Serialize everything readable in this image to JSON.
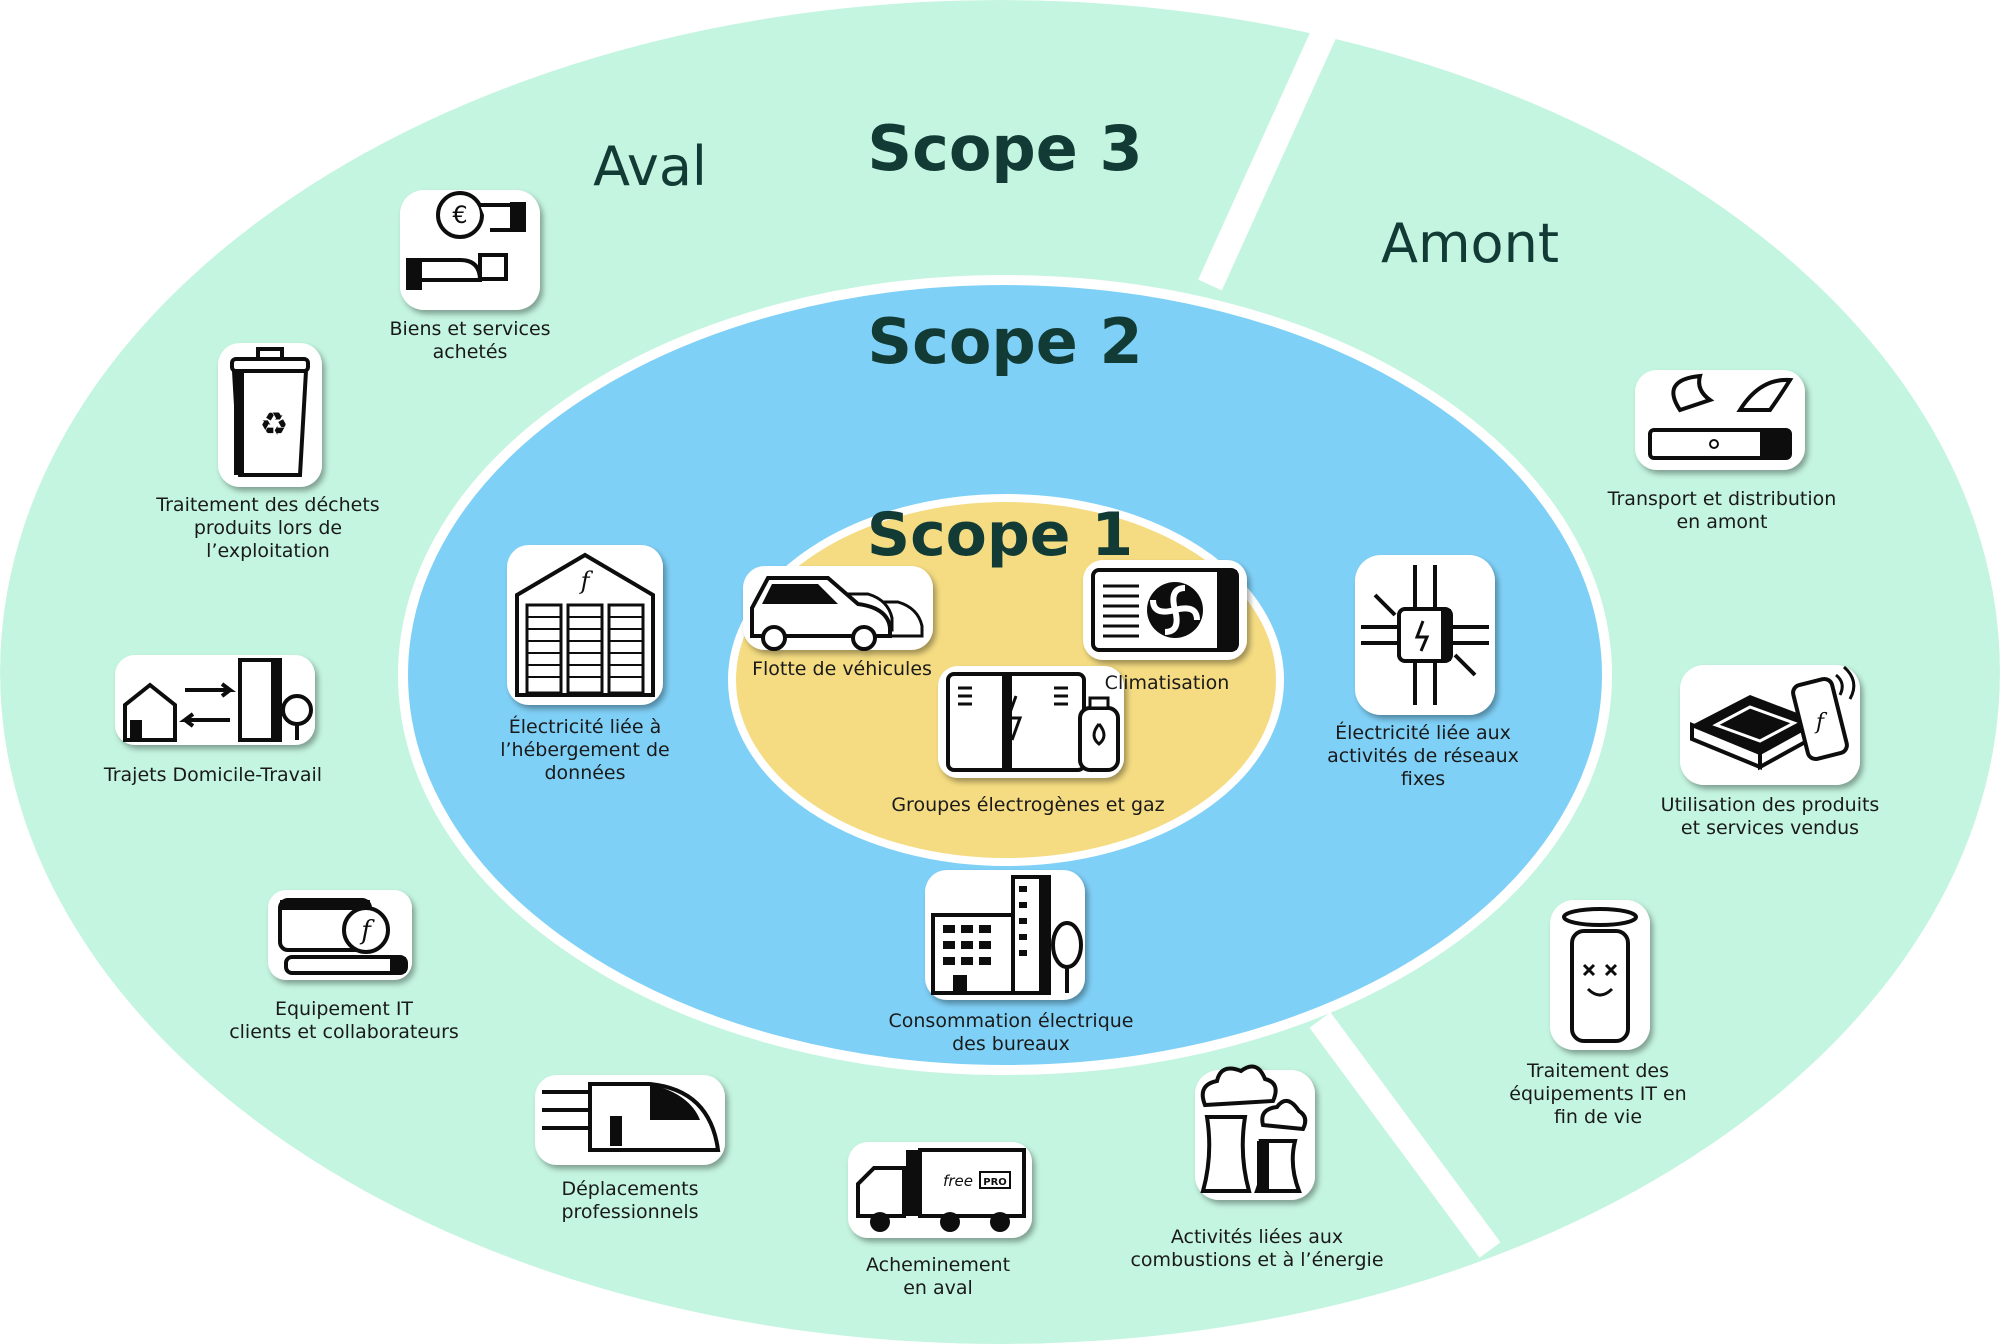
{
  "titles": {
    "scope3": "Scope 3",
    "scope2": "Scope 2",
    "scope1": "Scope 1",
    "aval": "Aval",
    "amont": "Amont"
  },
  "items": {
    "biens": {
      "l1": "Biens et services",
      "l2": "achetés",
      "icon": "hands-money-icon"
    },
    "dechets": {
      "l1": "Traitement des déchets",
      "l2": "produits lors de",
      "l3": "l’exploitation",
      "icon": "recycle-bin-icon"
    },
    "trajets": {
      "l1": "Trajets Domicile-Travail",
      "icon": "house-office-commute-icon"
    },
    "equipement": {
      "l1": "Equipement IT",
      "l2": "clients et collaborateurs",
      "icon": "it-equipment-icon"
    },
    "deplacements": {
      "l1": "Déplacements",
      "l2": "professionnels",
      "icon": "train-icon"
    },
    "acheminement": {
      "l1": "Acheminement",
      "l2": "en aval",
      "icon": "delivery-truck-icon",
      "truck_text": "free",
      "truck_badge": "PRO"
    },
    "combustions": {
      "l1": "Activités liées aux",
      "l2": "combustions et à l’énergie",
      "icon": "cooling-towers-icon"
    },
    "transport": {
      "l1": "Transport et distribution",
      "l2": "en amont",
      "icon": "flying-box-icon"
    },
    "utilisation": {
      "l1": "Utilisation des produits",
      "l2": "et services vendus",
      "icon": "router-phone-icon"
    },
    "fin_de_vie": {
      "l1": "Traitement des",
      "l2": "équipements IT en",
      "l3": "fin de vie",
      "icon": "dead-phone-icon"
    },
    "hebergement": {
      "l1": "Électricité liée à",
      "l2": "l’hébergement de",
      "l3": "données",
      "icon": "datacenter-icon"
    },
    "reseaux": {
      "l1": "Électricité liée aux",
      "l2": "activités de réseaux",
      "l3": "fixes",
      "icon": "circuit-chip-icon"
    },
    "bureaux": {
      "l1": "Consommation électrique",
      "l2": "des bureaux",
      "icon": "office-building-icon"
    },
    "flotte": {
      "l1": "Flotte de véhicules",
      "icon": "car-fleet-icon"
    },
    "climatisation": {
      "l1": "Climatisation",
      "icon": "air-conditioner-icon"
    },
    "groupes": {
      "l1": "Groupes électrogènes et gaz",
      "icon": "generator-gas-icon"
    }
  },
  "colors": {
    "scope3": "#c4f5e0",
    "scope2": "#7fd0f7",
    "scope1": "#f5dc82",
    "title": "#123b36",
    "icon_stroke": "#111111"
  }
}
